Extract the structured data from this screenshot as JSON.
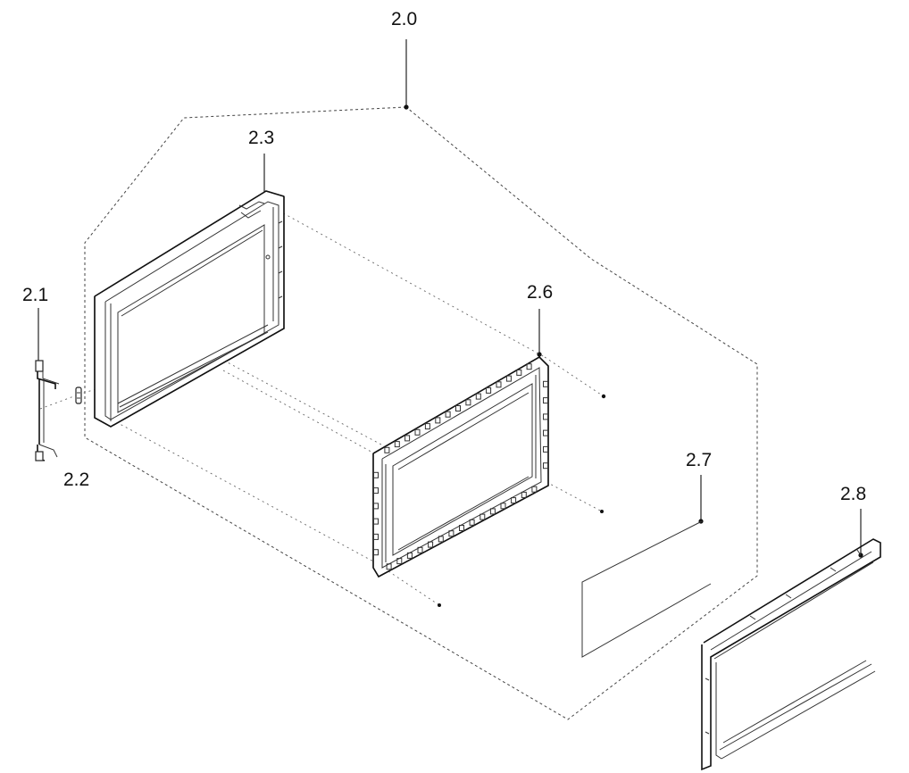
{
  "callouts": {
    "assembly": "2.0",
    "clip": "2.1",
    "hinge": "2.2",
    "front_frame": "2.3",
    "choke_frame": "2.6",
    "glass_panel": "2.7",
    "outer_frame": "2.8"
  }
}
